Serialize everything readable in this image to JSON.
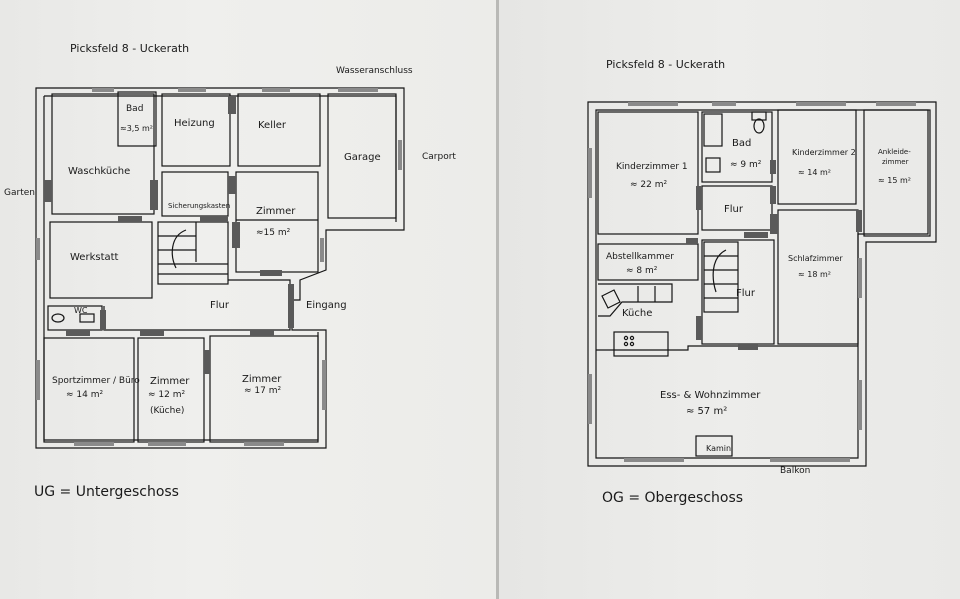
{
  "ug": {
    "address": "Picksfeld 8 - Uckerath",
    "legend": "UG = Untergeschoss",
    "labels": {
      "wasseranschluss": "Wasseranschluss",
      "garten": "Garten",
      "carport": "Carport",
      "eingang": "Eingang"
    },
    "rooms": {
      "bad": "Bad",
      "bad_area": "≈3,5 m²",
      "heizung": "Heizung",
      "keller": "Keller",
      "garage": "Garage",
      "waschkueche": "Waschküche",
      "sicherungskasten": "Sicherungskasten",
      "zimmer1": "Zimmer",
      "zimmer1_area": "≈15 m²",
      "werkstatt": "Werkstatt",
      "flur": "Flur",
      "wc": "WC",
      "sport": "Sportzimmer / Büro",
      "sport_area": "≈ 14 m²",
      "zimmer2": "Zimmer",
      "zimmer2_area": "≈ 12 m²",
      "zimmer2_note": "(Küche)",
      "zimmer3": "Zimmer",
      "zimmer3_area": "≈ 17 m²"
    }
  },
  "og": {
    "address": "Picksfeld 8 - Uckerath",
    "legend": "OG = Obergeschoss",
    "labels": {
      "balkon": "Balkon"
    },
    "rooms": {
      "kinder1": "Kinderzimmer 1",
      "kinder1_area": "≈ 22 m²",
      "bad": "Bad",
      "bad_area": "≈ 9 m²",
      "kinder2": "Kinderzimmer 2",
      "kinder2_area": "≈ 14 m²",
      "ankleide_a": "Ankleide-",
      "ankleide_b": "zimmer",
      "ankleide_area": "≈ 15 m²",
      "flur_top": "Flur",
      "abstell": "Abstellkammer",
      "abstell_area": "≈ 8 m²",
      "schlaf": "Schlafzimmer",
      "schlaf_area": "≈ 18 m²",
      "kueche": "Küche",
      "flur": "Flur",
      "wohn": "Ess- & Wohnzimmer",
      "wohn_area": "≈ 57 m²",
      "kamin": "Kamin"
    }
  }
}
